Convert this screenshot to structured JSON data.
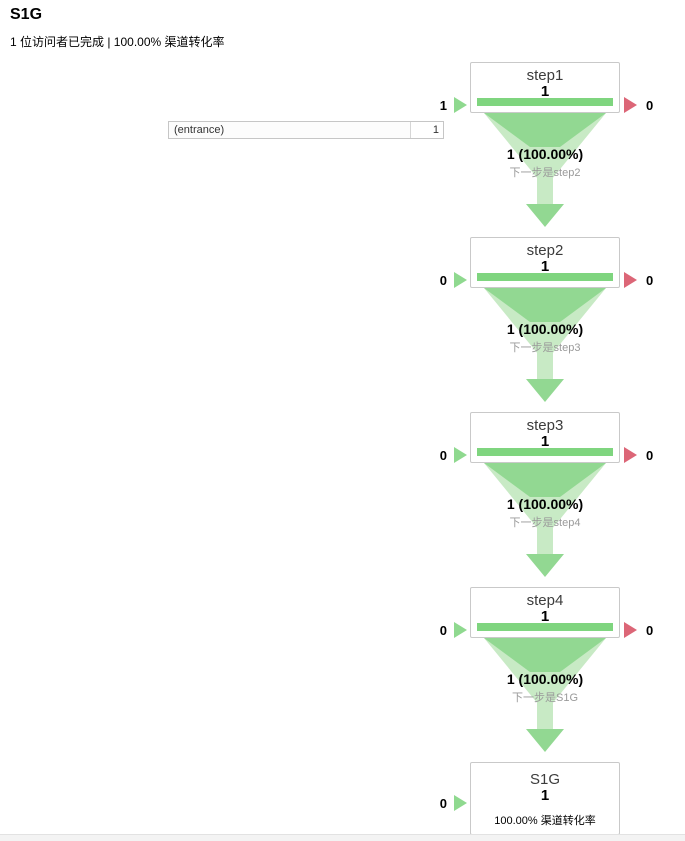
{
  "header": {
    "title": "S1G",
    "subtitle": "1 位访问者已完成 | 100.00% 渠道转化率"
  },
  "entrance_row": {
    "label": "(entrance)",
    "value": "1"
  },
  "colors": {
    "funnel_green": "#92D892",
    "funnel_green_light": "#C8EAC5",
    "bar_green": "#7FD57F",
    "enter_arrow_green": "#8FD98F",
    "exit_arrow_red": "#DC6677",
    "next_label_gray": "#9A9A9A"
  },
  "steps": [
    {
      "name": "step1",
      "value": "1",
      "in_count": "1",
      "out_count": "0",
      "connector": {
        "count": "1 (100.00%)",
        "next": "下一步是step2"
      }
    },
    {
      "name": "step2",
      "value": "1",
      "in_count": "0",
      "out_count": "0",
      "connector": {
        "count": "1 (100.00%)",
        "next": "下一步是step3"
      }
    },
    {
      "name": "step3",
      "value": "1",
      "in_count": "0",
      "out_count": "0",
      "connector": {
        "count": "1 (100.00%)",
        "next": "下一步是step4"
      }
    },
    {
      "name": "step4",
      "value": "1",
      "in_count": "0",
      "out_count": "0",
      "connector": {
        "count": "1 (100.00%)",
        "next": "下一步是S1G"
      }
    },
    {
      "name": "S1G",
      "value": "1",
      "in_count": "0",
      "rate_label": "100.00% 渠道转化率"
    }
  ],
  "chart_data": {
    "type": "funnel",
    "title": "S1G",
    "subtitle": "1 位访问者已完成 | 100.00% 渠道转化率",
    "completed_visitors": 1,
    "overall_conversion_rate_pct": 100.0,
    "stages": [
      {
        "name": "step1",
        "visitors": 1,
        "entered": 1,
        "exited": 0,
        "proceeded_to_next": 1,
        "proceed_rate_pct": 100.0,
        "next": "step2"
      },
      {
        "name": "step2",
        "visitors": 1,
        "entered": 0,
        "exited": 0,
        "proceeded_to_next": 1,
        "proceed_rate_pct": 100.0,
        "next": "step3"
      },
      {
        "name": "step3",
        "visitors": 1,
        "entered": 0,
        "exited": 0,
        "proceeded_to_next": 1,
        "proceed_rate_pct": 100.0,
        "next": "step4"
      },
      {
        "name": "step4",
        "visitors": 1,
        "entered": 0,
        "exited": 0,
        "proceeded_to_next": 1,
        "proceed_rate_pct": 100.0,
        "next": "S1G"
      },
      {
        "name": "S1G",
        "visitors": 1,
        "entered": 0,
        "conversion_rate_pct": 100.0
      }
    ],
    "entrance_sources": [
      {
        "label": "(entrance)",
        "value": 1
      }
    ]
  }
}
